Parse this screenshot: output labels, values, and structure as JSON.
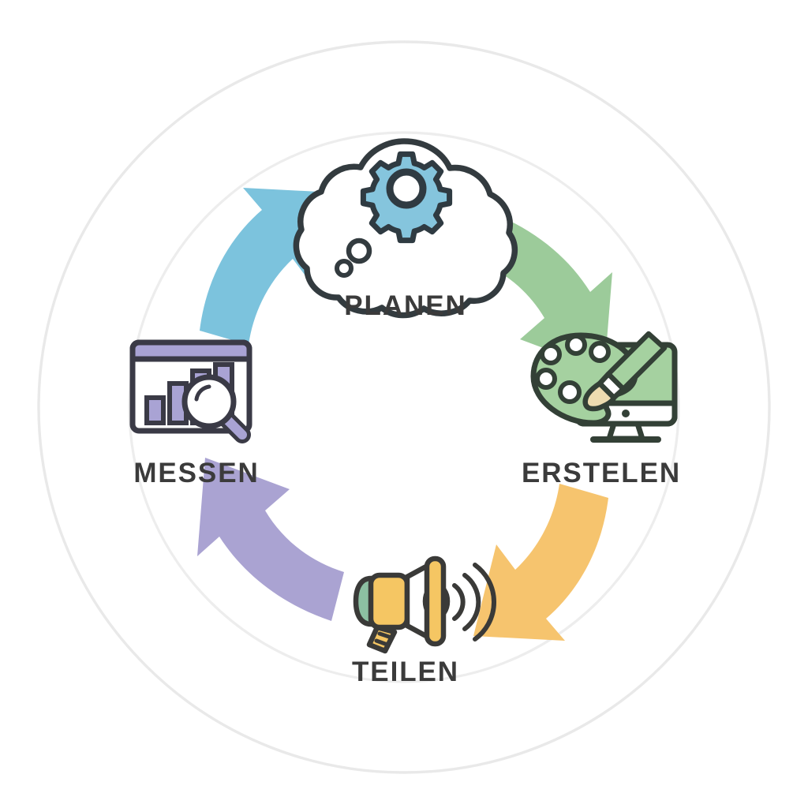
{
  "diagram": {
    "type": "cycle",
    "title": "",
    "language": "de",
    "background_color": "#ffffff",
    "label_color": "#3b3b3b",
    "outer_circle_color": "#e8e8e8",
    "inner_circle_color": "#ececec",
    "stages": [
      {
        "id": "planen",
        "label": "PLANEN",
        "position": "top",
        "icon_name": "thought-bubble-gear-icon",
        "icon_color": "#85c5dd",
        "icon_outline_color": "#333b3f"
      },
      {
        "id": "erstelen",
        "label": "ERSTELEN",
        "position": "right",
        "icon_name": "monitor-palette-brush-icon",
        "icon_color": "#a5d1a0",
        "icon_outline_color": "#334036"
      },
      {
        "id": "teilen",
        "label": "TEILEN",
        "position": "bottom",
        "icon_name": "megaphone-icon",
        "icon_color": "#f5c663",
        "icon_accent_color": "#8cc0a2",
        "icon_outline_color": "#3a3a38"
      },
      {
        "id": "messen",
        "label": "MESSEN",
        "position": "left",
        "icon_name": "bar-chart-magnifier-icon",
        "icon_color": "#a9a3d4",
        "icon_outline_color": "#3a3a46"
      }
    ],
    "arrows": [
      {
        "id": "arrow-planen-to-erstelen",
        "from": "planen",
        "to": "erstelen",
        "color": "#9ccb9a",
        "direction": "down-right"
      },
      {
        "id": "arrow-erstelen-to-teilen",
        "from": "erstelen",
        "to": "teilen",
        "color": "#f6c46e",
        "direction": "down-left"
      },
      {
        "id": "arrow-teilen-to-messen",
        "from": "teilen",
        "to": "messen",
        "color": "#aaa3d2",
        "direction": "up-left"
      },
      {
        "id": "arrow-messen-to-planen",
        "from": "messen",
        "to": "planen",
        "color": "#7cc3dd",
        "direction": "up-right"
      }
    ]
  }
}
